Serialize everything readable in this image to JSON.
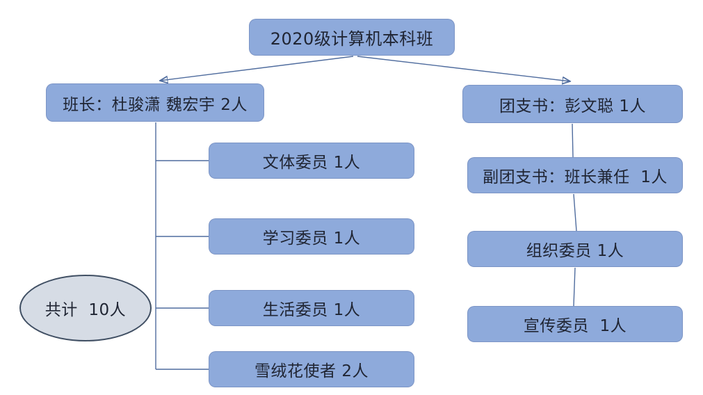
{
  "diagram": {
    "title": "class committee organization chart",
    "root": {
      "label": "2020级计算机本科班"
    },
    "left_branch": {
      "head": {
        "label": "班长：杜骏潇 魏宏宇 2人"
      },
      "children": [
        {
          "label": "文体委员 1人"
        },
        {
          "label": "学习委员 1人"
        },
        {
          "label": "生活委员 1人"
        },
        {
          "label": "雪绒花使者 2人"
        }
      ]
    },
    "right_branch": {
      "head": {
        "label": "团支书：彭文聪 1人"
      },
      "children": [
        {
          "label": "副团支书：班长兼任  1人"
        },
        {
          "label": "组织委员 1人"
        },
        {
          "label": "宣传委员  1人"
        }
      ]
    },
    "total": {
      "label": "共计  10人"
    }
  },
  "colors": {
    "background": "#FFFFFF",
    "box_fill": "#8EAADB",
    "ellipse_fill": "#D6DCE5",
    "ellipse_border": "#404F63",
    "connector": "#4F6C9E",
    "text": "#202533"
  }
}
